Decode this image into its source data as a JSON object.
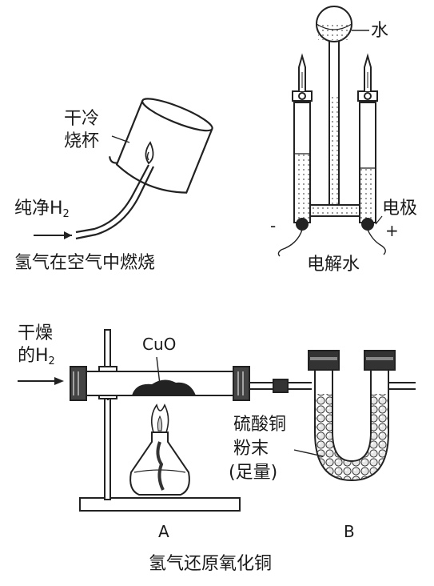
{
  "panel_burning": {
    "cup_line1": "干冷",
    "cup_line2": "烧杯",
    "gas_label": "纯净H",
    "gas_sub": "2",
    "caption": "氢气在空气中燃烧"
  },
  "panel_electrolysis": {
    "water_label": "水",
    "electrode_label": "电极",
    "minus_sign": "-",
    "plus_sign": "+",
    "caption": "电解水"
  },
  "panel_reduction": {
    "dry_label_line1": "干燥",
    "dry_label_line2": "的H",
    "dry_sub": "2",
    "cuo_label": "CuO",
    "powder_line1": "硫酸铜",
    "powder_line2": "粉末",
    "powder_line3": "(足量)",
    "label_a": "A",
    "label_b": "B",
    "caption": "氢气还原氧化铜"
  }
}
